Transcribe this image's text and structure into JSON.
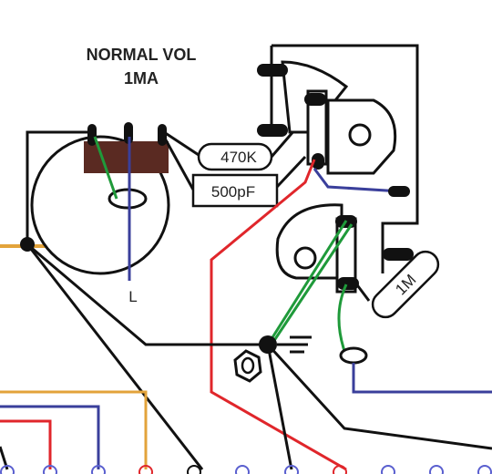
{
  "diagram": {
    "title_line1": "NORMAL VOL",
    "title_line2": "1MA",
    "resistor_label": "470K",
    "capacitor_label": "500pF",
    "pot_lug_label": "L",
    "resistor_1m_label": "1M"
  },
  "colors": {
    "wire_black": "#111111",
    "wire_red": "#e0262b",
    "wire_blue": "#3a3f9b",
    "wire_green": "#1f9a3a",
    "wire_orange": "#e3a33b",
    "pot_cap": "#5a2a22",
    "lug_blue": "#5a5fcf",
    "lug_red": "#e0262b"
  },
  "icons": [
    "ground-symbol-icon",
    "jack-nut-icon",
    "potentiometer-icon",
    "switch-jack-icon"
  ]
}
